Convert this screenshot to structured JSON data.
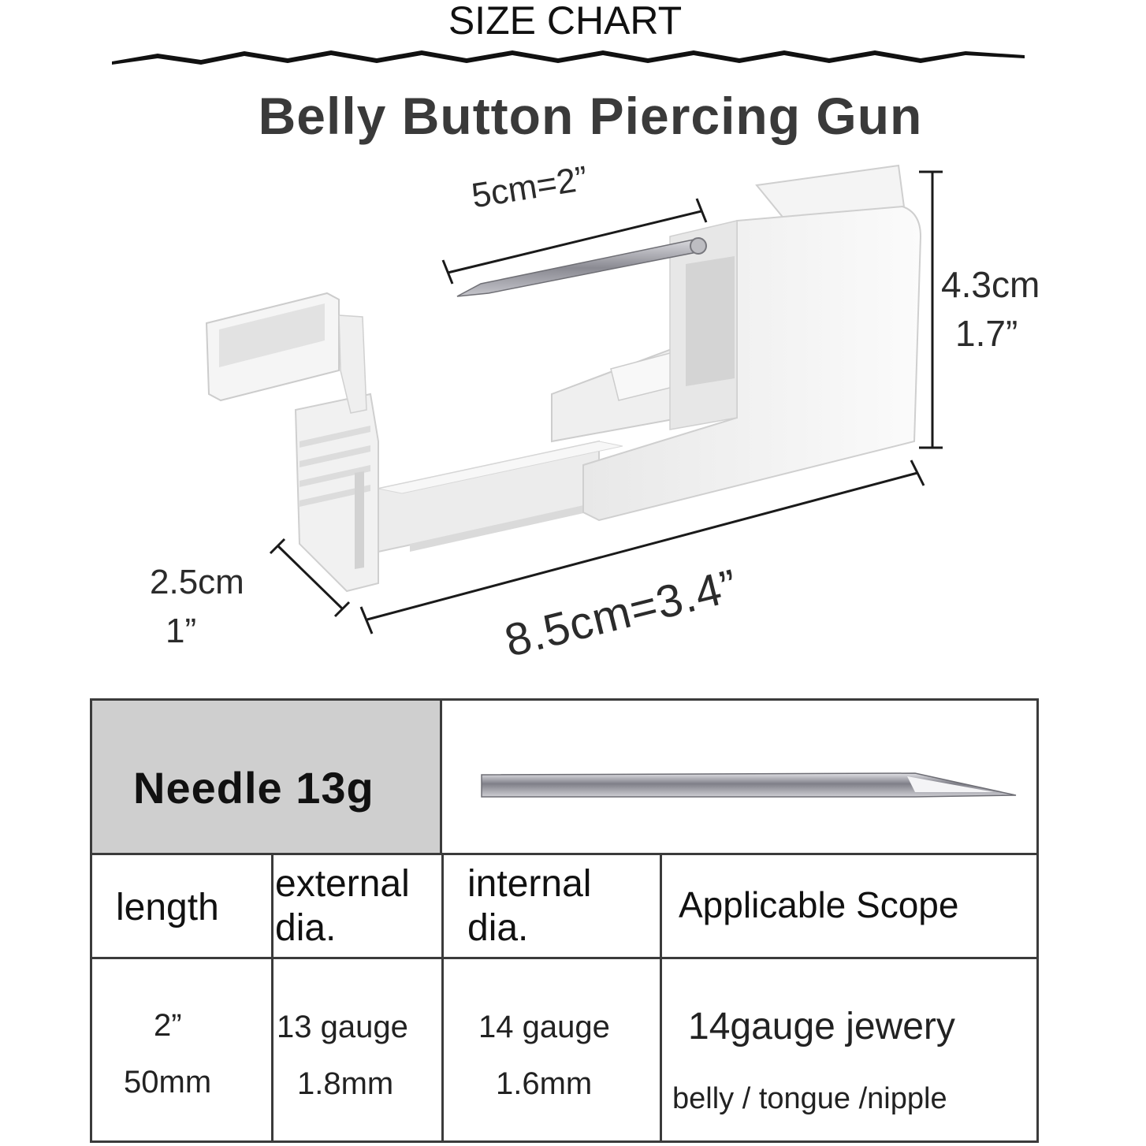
{
  "header": {
    "title": "SIZE CHART",
    "product": "Belly Button Piercing Gun"
  },
  "dimensions": {
    "needle_length": "5cm=2”",
    "height_cm": "4.3cm",
    "height_in": "1.7”",
    "width_cm": "2.5cm",
    "width_in": "1”",
    "length": "8.5cm=3.4”"
  },
  "table": {
    "needle_title": "Needle 13g",
    "headers": {
      "length": "length",
      "external_line1": "external",
      "external_line2": "dia.",
      "internal_line1": "internal",
      "internal_line2": "dia.",
      "scope": "Applicable Scope"
    },
    "values": {
      "length_in": "2”",
      "length_mm": "50mm",
      "external_gauge": "13 gauge",
      "external_mm": "1.8mm",
      "internal_gauge": "14 gauge",
      "internal_mm": "1.6mm",
      "scope_line1": "14gauge jewery",
      "scope_line2": "belly / tongue /nipple"
    }
  },
  "colors": {
    "header_cell_bg": "#cfcfcf",
    "border": "#3b3b3b",
    "device_white": "#f6f6f6",
    "needle_steel": "#8a8a90"
  }
}
